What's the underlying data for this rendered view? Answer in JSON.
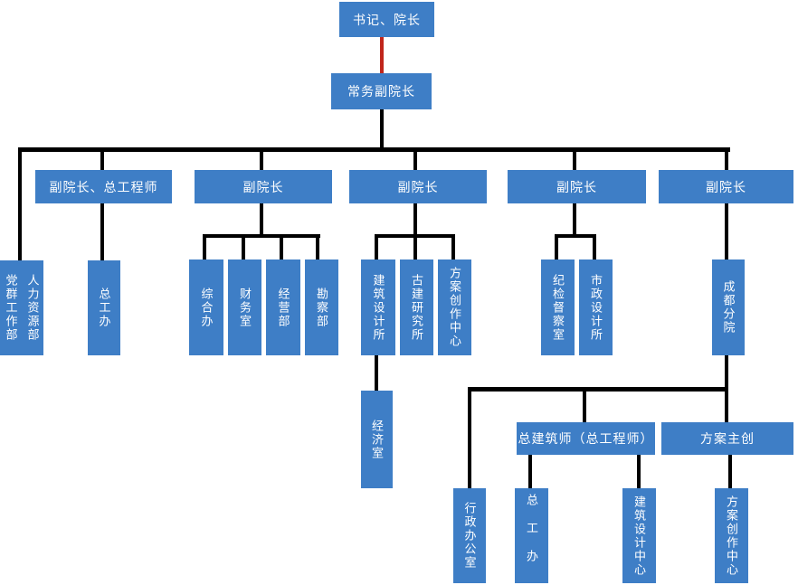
{
  "diagram": {
    "type": "org-chart",
    "title": "",
    "colors": {
      "node_fill": "#3e7ec6",
      "node_text": "#ffffff",
      "connector": "#000000",
      "special_connector_red": "#c0261b",
      "background": "#ffffff"
    },
    "nodes": [
      {
        "id": "president",
        "label": "书记、院长",
        "parent": null
      },
      {
        "id": "exec-vp",
        "label": "常务副院长",
        "parent": "president",
        "link": "red"
      },
      {
        "id": "vp1",
        "label": "副院长、总工程师",
        "parent": "exec-vp"
      },
      {
        "id": "vp2",
        "label": "副院长",
        "parent": "exec-vp"
      },
      {
        "id": "vp3",
        "label": "副院长",
        "parent": "exec-vp"
      },
      {
        "id": "vp4",
        "label": "副院长",
        "parent": "exec-vp"
      },
      {
        "id": "vp5",
        "label": "副院长",
        "parent": "exec-vp"
      },
      {
        "id": "party-mass-dept",
        "label": "党群工作部",
        "parent": "exec-vp"
      },
      {
        "id": "hr-dept",
        "label": "人力资源部",
        "parent": "exec-vp"
      },
      {
        "id": "chief-eng-office",
        "label": "总工办",
        "parent": "vp1"
      },
      {
        "id": "general-office",
        "label": "综合办",
        "parent": "vp2"
      },
      {
        "id": "finance-office",
        "label": "财务室",
        "parent": "vp2"
      },
      {
        "id": "operations-dept",
        "label": "经营部",
        "parent": "vp2"
      },
      {
        "id": "survey-dept",
        "label": "勘察部",
        "parent": "vp2"
      },
      {
        "id": "arch-design-inst",
        "label": "建筑设计所",
        "parent": "vp3"
      },
      {
        "id": "ancient-arch-inst",
        "label": "古建研究所",
        "parent": "vp3"
      },
      {
        "id": "scheme-center",
        "label": "方案创作中心",
        "parent": "vp3"
      },
      {
        "id": "discipline-office",
        "label": "纪检督察室",
        "parent": "vp4"
      },
      {
        "id": "municipal-inst",
        "label": "市政设计所",
        "parent": "vp4"
      },
      {
        "id": "chengdu-branch",
        "label": "成都分院",
        "parent": "vp5"
      },
      {
        "id": "economics-office",
        "label": "经济室",
        "parent": "arch-design-inst"
      },
      {
        "id": "chief-architect",
        "label": "总建筑师（总工程师）",
        "parent": "chengdu-branch"
      },
      {
        "id": "scheme-lead",
        "label": "方案主创",
        "parent": "chengdu-branch"
      },
      {
        "id": "admin-office",
        "label": "行政办公室",
        "parent": "chengdu-branch"
      },
      {
        "id": "chief-eng-office-branch",
        "label": "总工办",
        "parent": "chief-architect"
      },
      {
        "id": "arch-design-center",
        "label": "建筑设计中心",
        "parent": "chief-architect"
      },
      {
        "id": "scheme-center-branch",
        "label": "方案创作中心",
        "parent": "scheme-lead"
      }
    ]
  }
}
